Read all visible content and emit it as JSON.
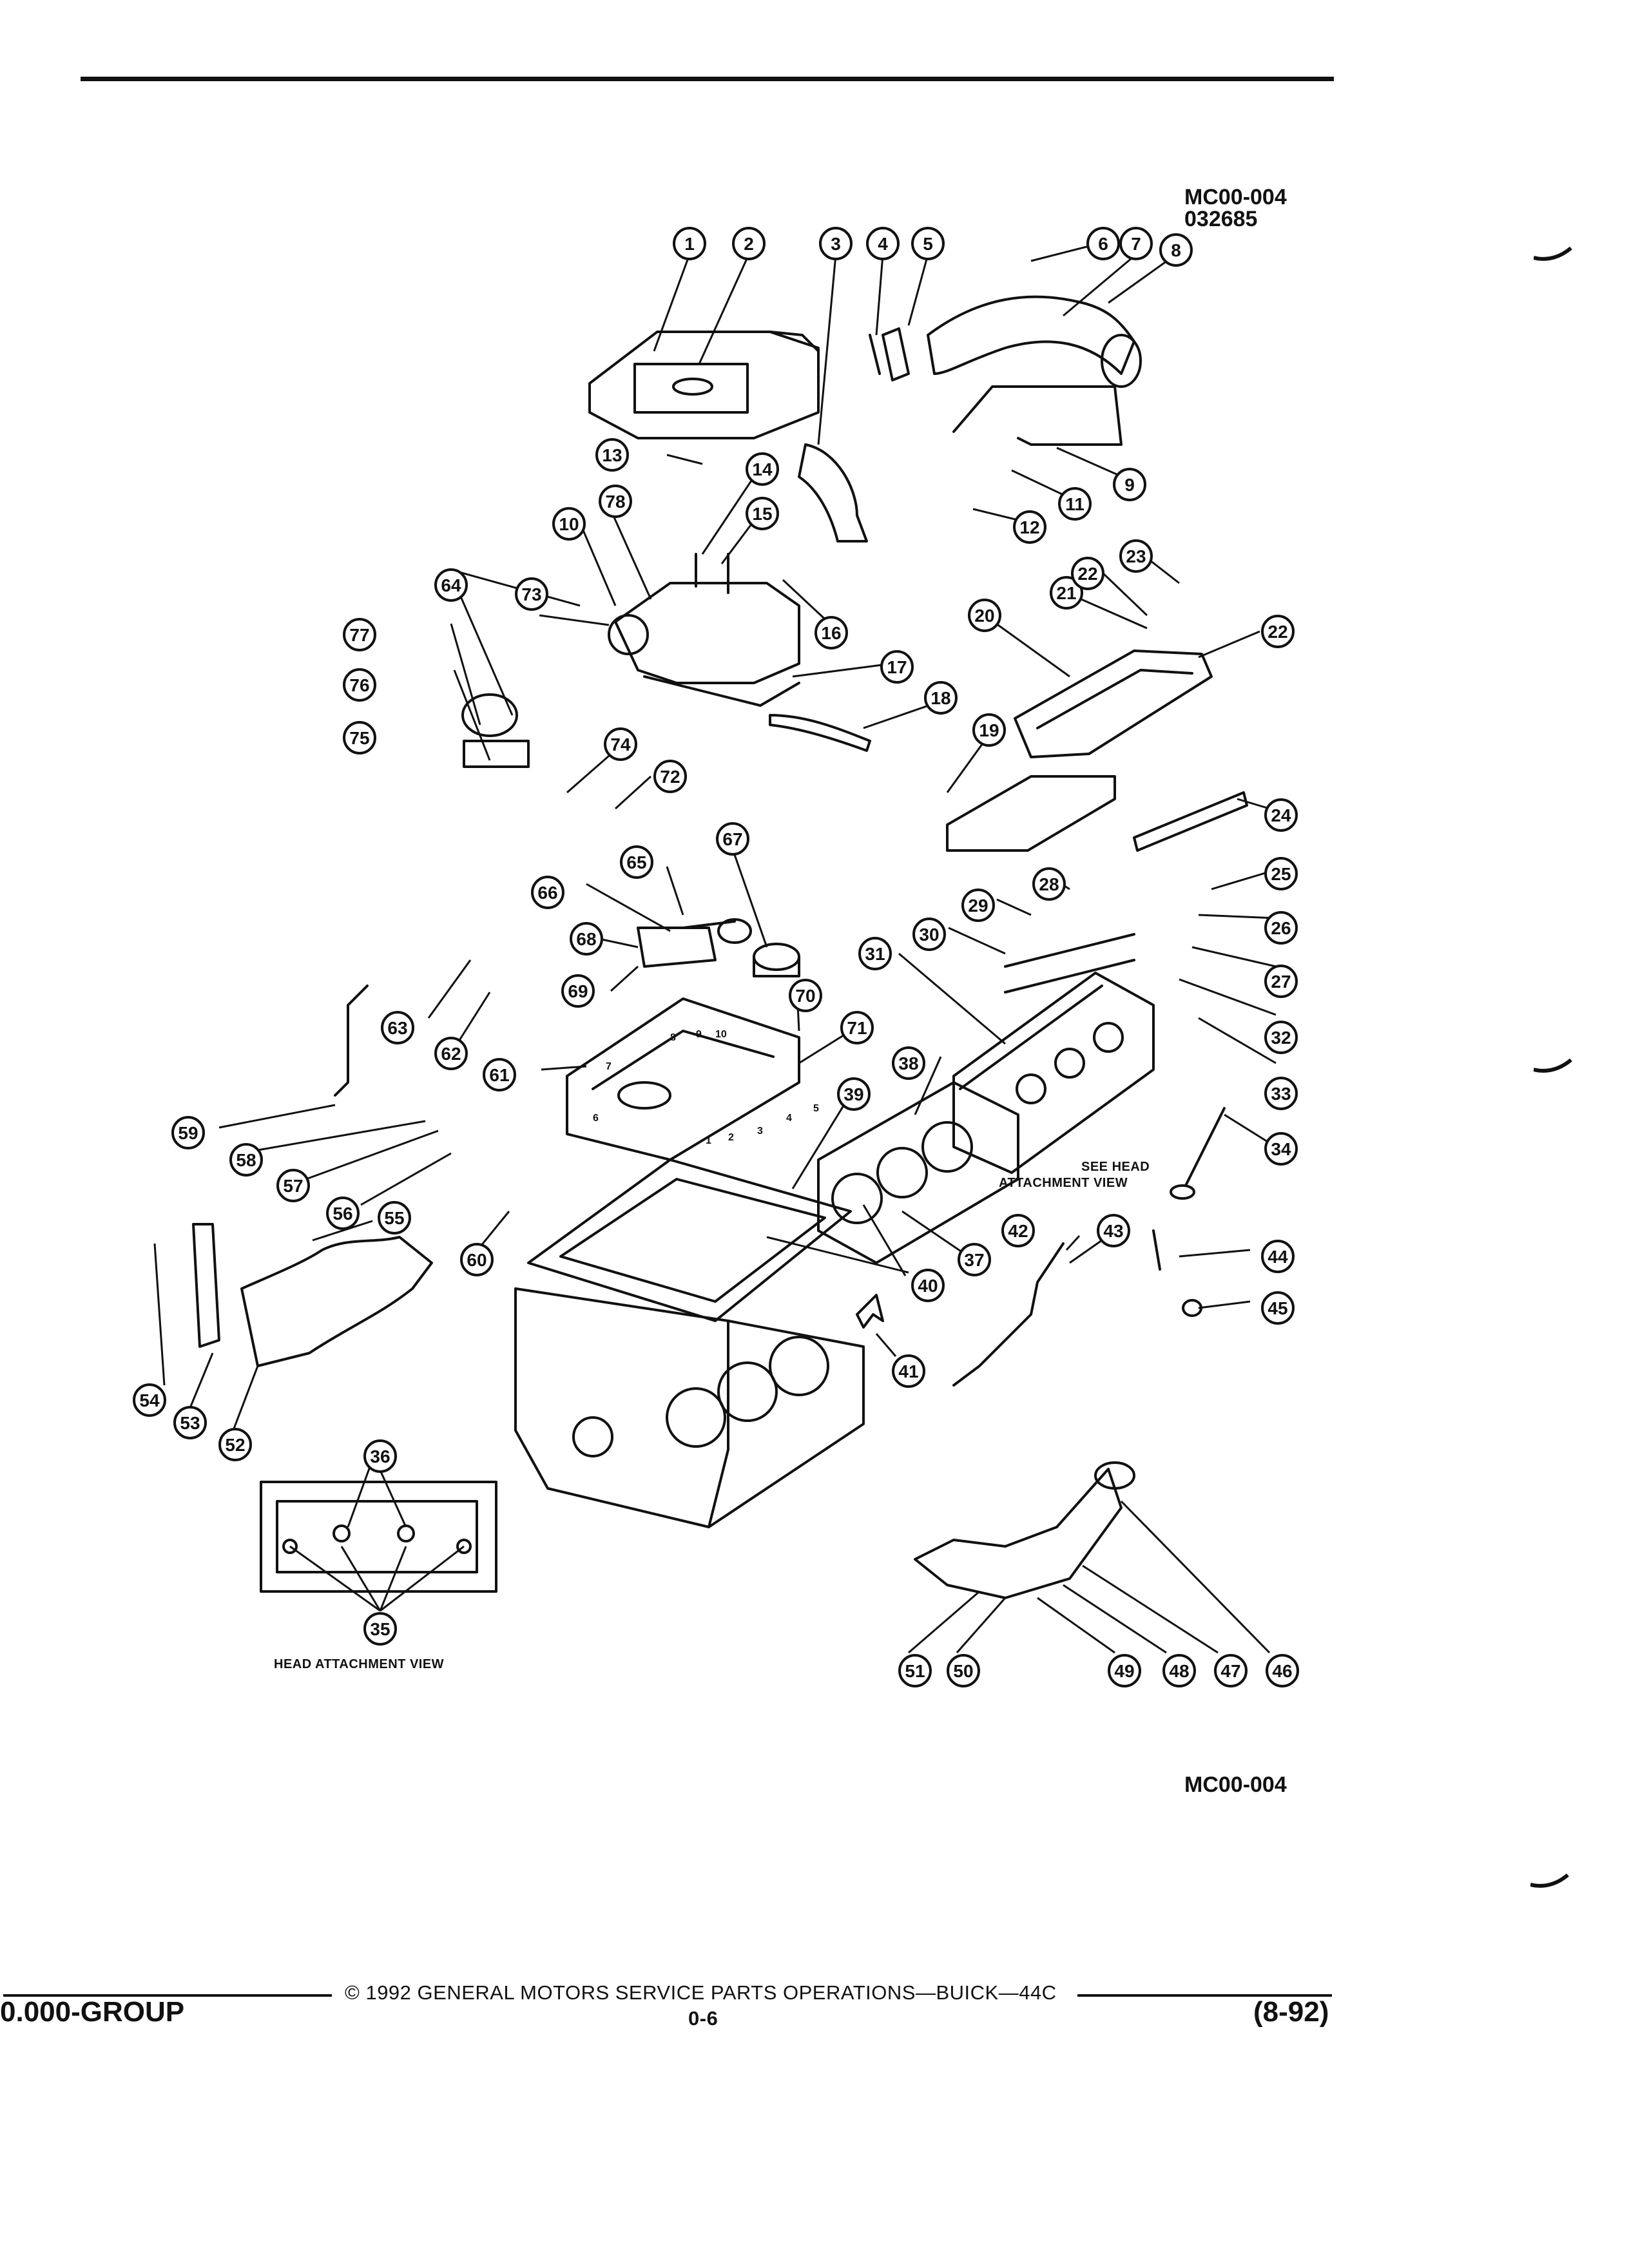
{
  "header": {
    "figure_code": "MC00-004",
    "figure_date": "032685"
  },
  "diagram": {
    "callouts": [
      "1",
      "2",
      "3",
      "4",
      "5",
      "6",
      "7",
      "8",
      "9",
      "10",
      "11",
      "12",
      "13",
      "14",
      "15",
      "16",
      "17",
      "18",
      "19",
      "20",
      "21",
      "22",
      "22",
      "23",
      "24",
      "25",
      "26",
      "27",
      "28",
      "29",
      "30",
      "31",
      "32",
      "33",
      "34",
      "35",
      "36",
      "37",
      "38",
      "39",
      "40",
      "41",
      "42",
      "43",
      "44",
      "45",
      "46",
      "47",
      "48",
      "49",
      "50",
      "51",
      "52",
      "53",
      "54",
      "55",
      "56",
      "57",
      "58",
      "59",
      "60",
      "61",
      "62",
      "63",
      "64",
      "65",
      "66",
      "67",
      "68",
      "69",
      "70",
      "71",
      "72",
      "73",
      "74",
      "75",
      "76",
      "77",
      "78"
    ],
    "head_view_label": "HEAD ATTACHMENT VIEW",
    "see_head_line1": "SEE HEAD",
    "see_head_line2": "ATTACHMENT VIEW",
    "manifold_numbers": [
      "1",
      "2",
      "3",
      "4",
      "5",
      "6",
      "7",
      "8",
      "9",
      "10"
    ]
  },
  "bottom_code": "MC00-004",
  "footer": {
    "copyright": "© 1992  GENERAL MOTORS SERVICE PARTS OPERATIONS—BUICK—44C",
    "group": "0.000-GROUP",
    "page": "0-6",
    "revision": "(8-92)"
  }
}
